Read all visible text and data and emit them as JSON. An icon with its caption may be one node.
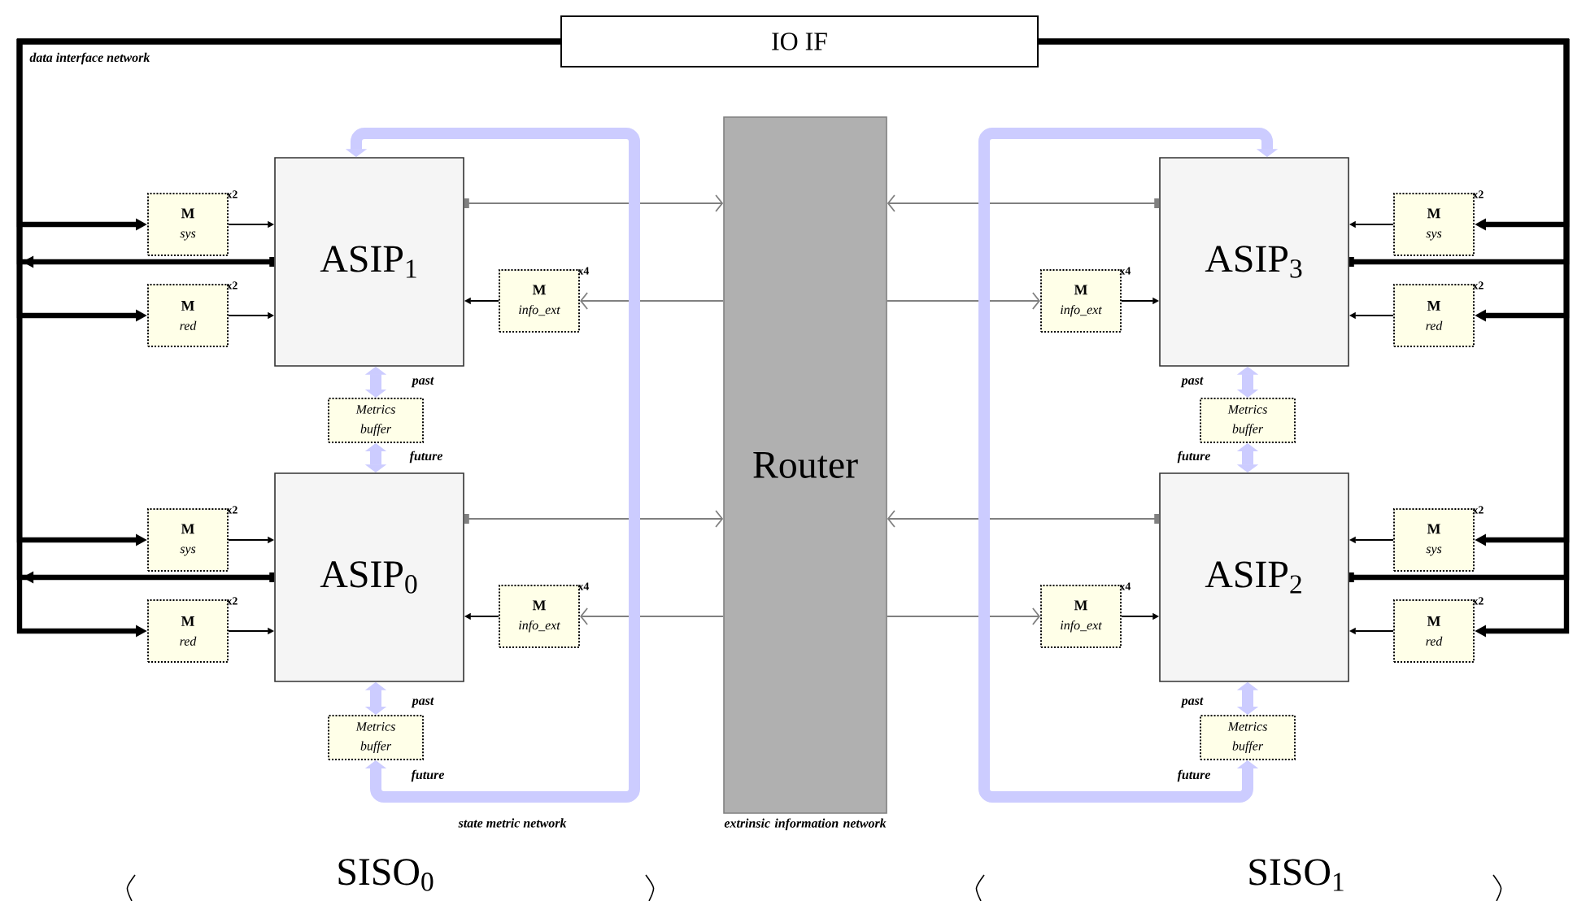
{
  "diagram": {
    "nodes": [
      {
        "text": [
          "IO IF"
        ]
      },
      {
        "text": [
          "ASIP$_{1}$"
        ]
      },
      {
        "text": [
          "M",
          "sys"
        ],
        "beside": [
          "x2"
        ]
      },
      {
        "text": [
          "M",
          "red"
        ],
        "beside": [
          "x2"
        ]
      },
      {
        "text": [
          "M",
          "info_ext"
        ],
        "beside": [
          "x4"
        ]
      },
      {
        "text": [
          "Metrics buffer"
        ]
      },
      {
        "text": [
          "ASIP$_{0}$"
        ]
      },
      {
        "text": [
          "M",
          "sys"
        ],
        "beside": [
          "x2"
        ]
      },
      {
        "text": [
          "M",
          "red"
        ],
        "beside": [
          "x2"
        ]
      },
      {
        "text": [
          "M",
          "info_ext"
        ],
        "beside": [
          "x4"
        ]
      },
      {
        "text": [
          "Metrics buffer"
        ]
      },
      {
        "text": [
          "Router"
        ],
        "beside": [
          "extrinsic information network"
        ]
      },
      {
        "text": [
          "ASIP$_{3}$"
        ]
      },
      {
        "text": [
          "M",
          "info_ext"
        ],
        "beside": [
          "x4"
        ]
      },
      {
        "text": [
          "M",
          "sys"
        ],
        "beside": [
          "x2"
        ]
      },
      {
        "text": [
          "M",
          "red"
        ],
        "beside": [
          "x2"
        ]
      },
      {
        "text": [
          "Metrics buffer"
        ]
      },
      {
        "text": [
          "ASIP$_{2}$"
        ]
      },
      {
        "text": [
          "M",
          "info_ext"
        ],
        "beside": [
          "x4"
        ]
      },
      {
        "text": [
          "M",
          "sys"
        ],
        "beside": [
          "x2"
        ]
      },
      {
        "text": [
          "M",
          "red"
        ],
        "beside": [
          "x2"
        ]
      },
      {
        "text": [
          "Metrics buffer"
        ]
      }
    ],
    "edges": [
      {
        "from": 0,
        "to": 2,
        "arrow": "to",
        "style": "thick"
      },
      {
        "from": 1,
        "to": 0,
        "arrow": "to",
        "style": "thick"
      },
      {
        "from": 0,
        "to": 3,
        "arrow": "to",
        "style": "thick"
      },
      {
        "from": 0,
        "to": 7,
        "arrow": "to",
        "style": "thick"
      },
      {
        "from": 6,
        "to": 0,
        "arrow": "to",
        "style": "thick"
      },
      {
        "from": 0,
        "to": 8,
        "arrow": "to",
        "style": "thick"
      },
      {
        "from": 0,
        "to": 14,
        "arrow": "to",
        "style": "thick"
      },
      {
        "from": 12,
        "to": 0,
        "arrow": "other",
        "style": "thick"
      },
      {
        "from": 0,
        "to": 15,
        "arrow": "to",
        "style": "thick"
      },
      {
        "from": 0,
        "to": 19,
        "arrow": "to",
        "style": "thick"
      },
      {
        "from": 17,
        "to": 0,
        "arrow": "other",
        "style": "thick"
      },
      {
        "from": 0,
        "to": 20,
        "arrow": "to",
        "style": "thick"
      },
      {
        "from": 2,
        "to": 1,
        "arrow": "to"
      },
      {
        "from": 3,
        "to": 1,
        "arrow": "to"
      },
      {
        "from": 4,
        "to": 1,
        "arrow": "to"
      },
      {
        "from": 7,
        "to": 6,
        "arrow": "to"
      },
      {
        "from": 8,
        "to": 6,
        "arrow": "to"
      },
      {
        "from": 9,
        "to": 6,
        "arrow": "to"
      },
      {
        "from": 14,
        "to": 12,
        "arrow": "to"
      },
      {
        "from": 15,
        "to": 12,
        "arrow": "to"
      },
      {
        "from": 13,
        "to": 12,
        "arrow": "to"
      },
      {
        "from": 19,
        "to": 17,
        "arrow": "to"
      },
      {
        "from": 20,
        "to": 17,
        "arrow": "to"
      },
      {
        "from": 18,
        "to": 17,
        "arrow": "to"
      },
      {
        "from": 1,
        "to": 11,
        "arrow": "to",
        "color": "#808080"
      },
      {
        "from": 11,
        "to": 4,
        "arrow": "to",
        "color": "#808080"
      },
      {
        "from": 6,
        "to": 11,
        "arrow": "to",
        "color": "#808080"
      },
      {
        "from": 11,
        "to": 9,
        "arrow": "to",
        "color": "#808080"
      },
      {
        "from": 12,
        "to": 11,
        "arrow": "to",
        "color": "#808080"
      },
      {
        "from": 11,
        "to": 13,
        "arrow": "to",
        "color": "#808080"
      },
      {
        "from": 17,
        "to": 11,
        "arrow": "to",
        "color": "#808080"
      },
      {
        "from": 11,
        "to": 18,
        "arrow": "to",
        "color": "#808080"
      },
      {
        "from": 5,
        "to": 1,
        "arrow": "both",
        "style": "thick",
        "color": "#ccccff"
      },
      {
        "from": 5,
        "to": 6,
        "arrow": "both",
        "style": "thick",
        "color": "#ccccff"
      },
      {
        "from": 10,
        "to": 6,
        "arrow": "both",
        "style": "thick",
        "color": "#ccccff"
      },
      {
        "from": 10,
        "to": 1,
        "arrow": "both",
        "style": "thick",
        "color": "#ccccff"
      },
      {
        "from": 16,
        "to": 12,
        "arrow": "both",
        "style": "thick",
        "color": "#ccccff"
      },
      {
        "from": 16,
        "to": 17,
        "arrow": "both",
        "style": "thick",
        "color": "#ccccff"
      },
      {
        "from": 21,
        "to": 17,
        "arrow": "both",
        "style": "thick",
        "color": "#ccccff"
      },
      {
        "from": 21,
        "to": 12,
        "arrow": "both",
        "style": "thick",
        "color": "#ccccff"
      }
    ],
    "labels": [
      "data interface network",
      "past",
      "past",
      "future",
      "future",
      "past",
      "past",
      "future",
      "future",
      "state metric network",
      "SISO$_{0}$",
      "SISO$_{1}$"
    ]
  }
}
